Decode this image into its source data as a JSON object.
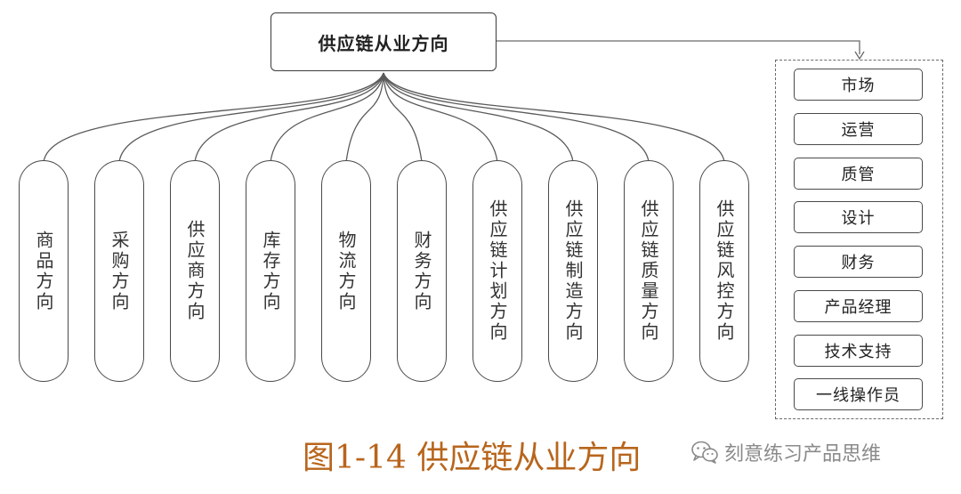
{
  "root": {
    "label": "供应链从业方向"
  },
  "branches": [
    {
      "label": "商品方向"
    },
    {
      "label": "采购方向"
    },
    {
      "label": "供应商方向"
    },
    {
      "label": "库存方向"
    },
    {
      "label": "物流方向"
    },
    {
      "label": "财务方向"
    },
    {
      "label": "供应链计划方向"
    },
    {
      "label": "供应链制造方向"
    },
    {
      "label": "供应链质量方向"
    },
    {
      "label": "供应链风控方向"
    }
  ],
  "side_panel": {
    "items": [
      {
        "label": "市场"
      },
      {
        "label": "运营"
      },
      {
        "label": "质管"
      },
      {
        "label": "设计"
      },
      {
        "label": "财务"
      },
      {
        "label": "产品经理"
      },
      {
        "label": "技术支持"
      },
      {
        "label": "一线操作员"
      }
    ]
  },
  "caption": {
    "text": "图1-14 供应链从业方向"
  },
  "watermark": {
    "text": "刻意练习产品思维",
    "icon": "wechat-icon"
  },
  "colors": {
    "caption": "#b8651c",
    "line": "#555555"
  }
}
